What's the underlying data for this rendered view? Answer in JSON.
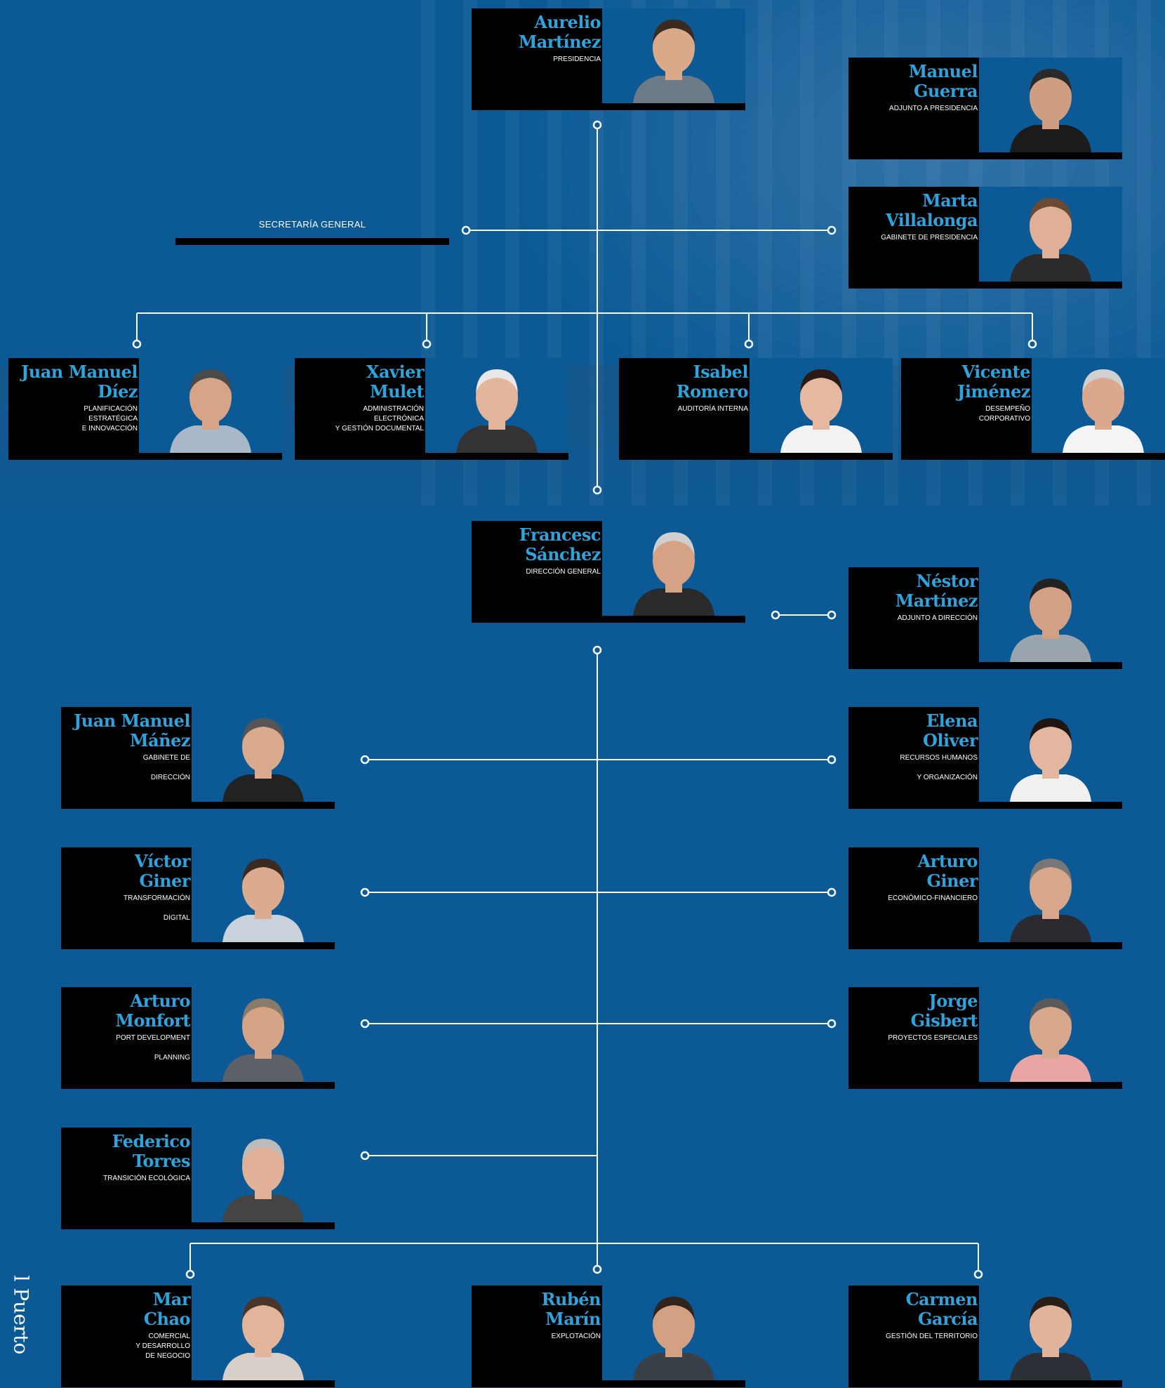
{
  "secretaria": "SECRETARÍA GENERAL",
  "side_text": "l Puerto",
  "people": [
    {
      "name": "Aurelio\nMartínez",
      "role": "PRESIDENCIA"
    },
    {
      "name": "Manuel\nGuerra",
      "role": "ADJUNTO A PRESIDENCIA"
    },
    {
      "name": "Marta\nVillalonga",
      "role": "GABINETE DE PRESIDENCIA"
    },
    {
      "name": "Juan Manuel\nDíez",
      "role": "PLANIFICACIÓN\nESTRATÉGICA\nE INNOVACCIÓN"
    },
    {
      "name": "Xavier\nMulet",
      "role": "ADMINISTRACIÓN\nELECTRÓNICA\nY GESTIÓN DOCUMENTAL"
    },
    {
      "name": "Isabel\nRomero",
      "role": "AUDITORÍA INTERNA"
    },
    {
      "name": "Vicente\nJiménez",
      "role": "DESEMPEÑO\nCORPORATIVO"
    },
    {
      "name": "Francesc\nSánchez",
      "role": "DIRECCIÓN GENERAL"
    },
    {
      "name": "Néstor\nMartínez",
      "role": "ADJUNTO A DIRECCIÓN"
    },
    {
      "name": "Juan Manuel\nMáñez",
      "role": "GABINETE DE\n\nDIRECCIÓN"
    },
    {
      "name": "Elena\nOliver",
      "role": "RECURSOS HUMANOS\n\nY ORGANIZACIÓN"
    },
    {
      "name": "Víctor\nGiner",
      "role": "TRANSFORMACIÓN\n\nDIGITAL"
    },
    {
      "name": "Arturo\nGiner",
      "role": "ECONÓMICO-FINANCIERO"
    },
    {
      "name": "Arturo\nMonfort",
      "role": "PORT DEVELOPMENT\n\nPLANNING"
    },
    {
      "name": "Jorge\nGisbert",
      "role": "PROYECTOS ESPECIALES"
    },
    {
      "name": "Federico\nTorres",
      "role": "TRANSICIÓN ECOLÓGICA"
    },
    {
      "name": "Mar\nChao",
      "role": "COMERCIAL\nY DESARROLLO\nDE NEGOCIO"
    },
    {
      "name": "Rubén\nMarín",
      "role": "EXPLOTACIÓN"
    },
    {
      "name": "Carmen\nGarcía",
      "role": "GESTIÓN DEL TERRITORIO"
    }
  ]
}
